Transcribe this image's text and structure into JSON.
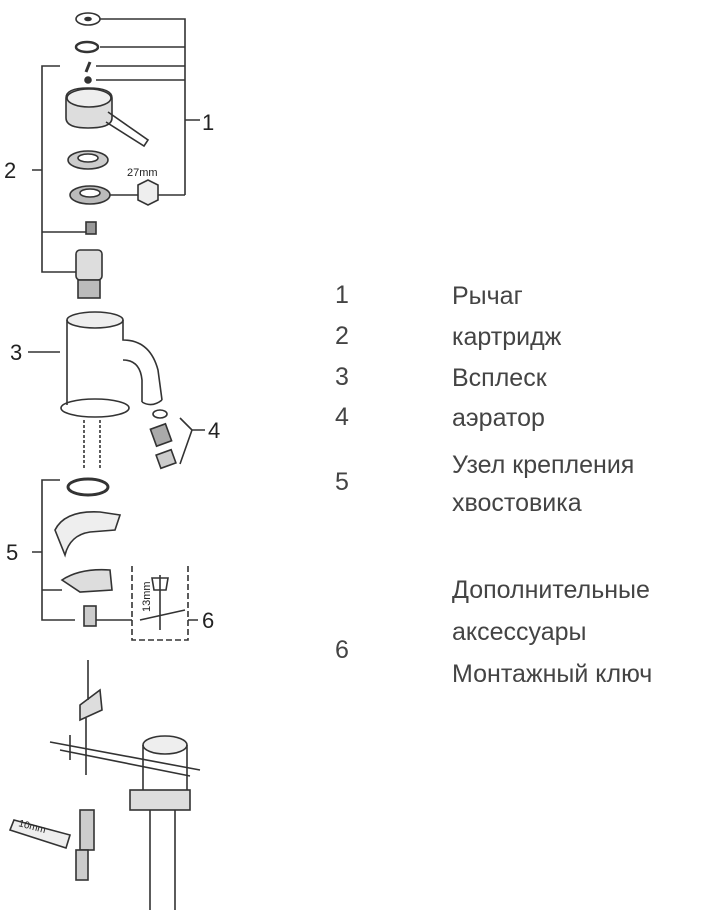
{
  "diagram": {
    "callouts": [
      "1",
      "2",
      "3",
      "4",
      "5",
      "6"
    ],
    "dimensions": {
      "hex_nut": "27mm",
      "wrench": "13mm",
      "key": "10mm"
    }
  },
  "legend": [
    {
      "number": "1",
      "label": "Рычаг"
    },
    {
      "number": "2",
      "label": "картридж"
    },
    {
      "number": "3",
      "label": "Всплеск"
    },
    {
      "number": "4",
      "label": "аэратор"
    },
    {
      "number": "5",
      "label": "Узел крепления хвостовика",
      "lines": [
        "Узел крепления",
        "хвостовика"
      ]
    },
    {
      "number": "",
      "label": "Дополнительные аксессуары",
      "lines": [
        "Дополнительные",
        "аксессуары"
      ]
    },
    {
      "number": "6",
      "label": "Монтажный ключ"
    }
  ]
}
